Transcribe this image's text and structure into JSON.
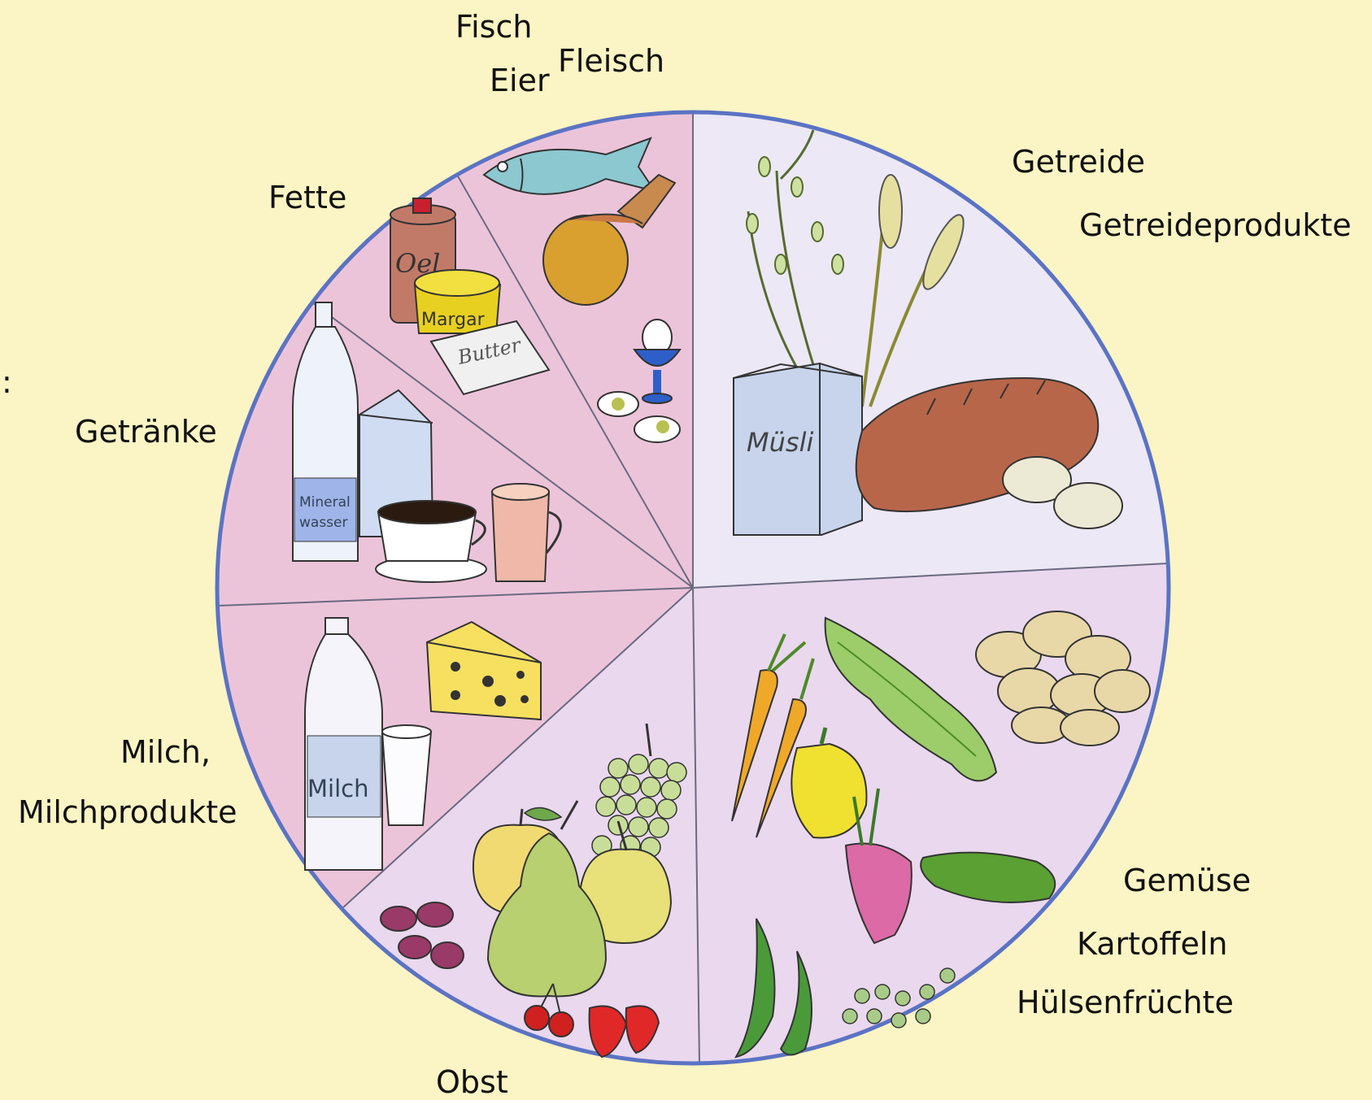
{
  "colors": {
    "background": "#fbf4c4",
    "circle_outline": "#5b73c4",
    "animal_and_fat_segments": "#ecc4da",
    "plant_segments": "#ead8ee",
    "cereal_segment": "#ece8f6"
  },
  "labels": {
    "fisch": "Fisch",
    "eier": "Eier",
    "fleisch": "Fleisch",
    "fette": "Fette",
    "getreide": "Getreide",
    "getreideprodukte": "Getreideprodukte",
    "getraenke": "Getränke",
    "milch": "Milch,",
    "milchprodukte": "Milchprodukte",
    "gemuese": "Gemüse",
    "kartoffeln": "Kartoffeln",
    "huelsenfruechte": "Hülsenfrüchte",
    "obst": "Obst",
    "colon": ":"
  },
  "item_texts": {
    "oel": "Oel",
    "margarine": "Margar",
    "butter": "Butter",
    "muesli": "Müsli",
    "mineralwasser_line1": "Mineral",
    "mineralwasser_line2": "wasser",
    "milch_bottle": "Milch"
  },
  "icons": [
    "fish-icon",
    "chicken-leg-icon",
    "egg-cup-icon",
    "oil-can-icon",
    "margarine-tub-icon",
    "butter-icon",
    "oat-stalk-icon",
    "wheat-icon",
    "muesli-box-icon",
    "bread-loaf-icon",
    "bread-roll-icon",
    "water-bottle-icon",
    "milk-carton-icon",
    "coffee-cup-icon",
    "mug-icon",
    "milk-bottle-icon",
    "glass-icon",
    "cheese-icon",
    "grapes-icon",
    "apple-icon",
    "pear-icon",
    "cherries-icon",
    "strawberry-icon",
    "plum-icon",
    "carrot-icon",
    "leek-icon",
    "potato-icon",
    "pepper-icon",
    "radish-icon",
    "cucumber-icon",
    "pea-pod-icon",
    "bean-icon"
  ]
}
